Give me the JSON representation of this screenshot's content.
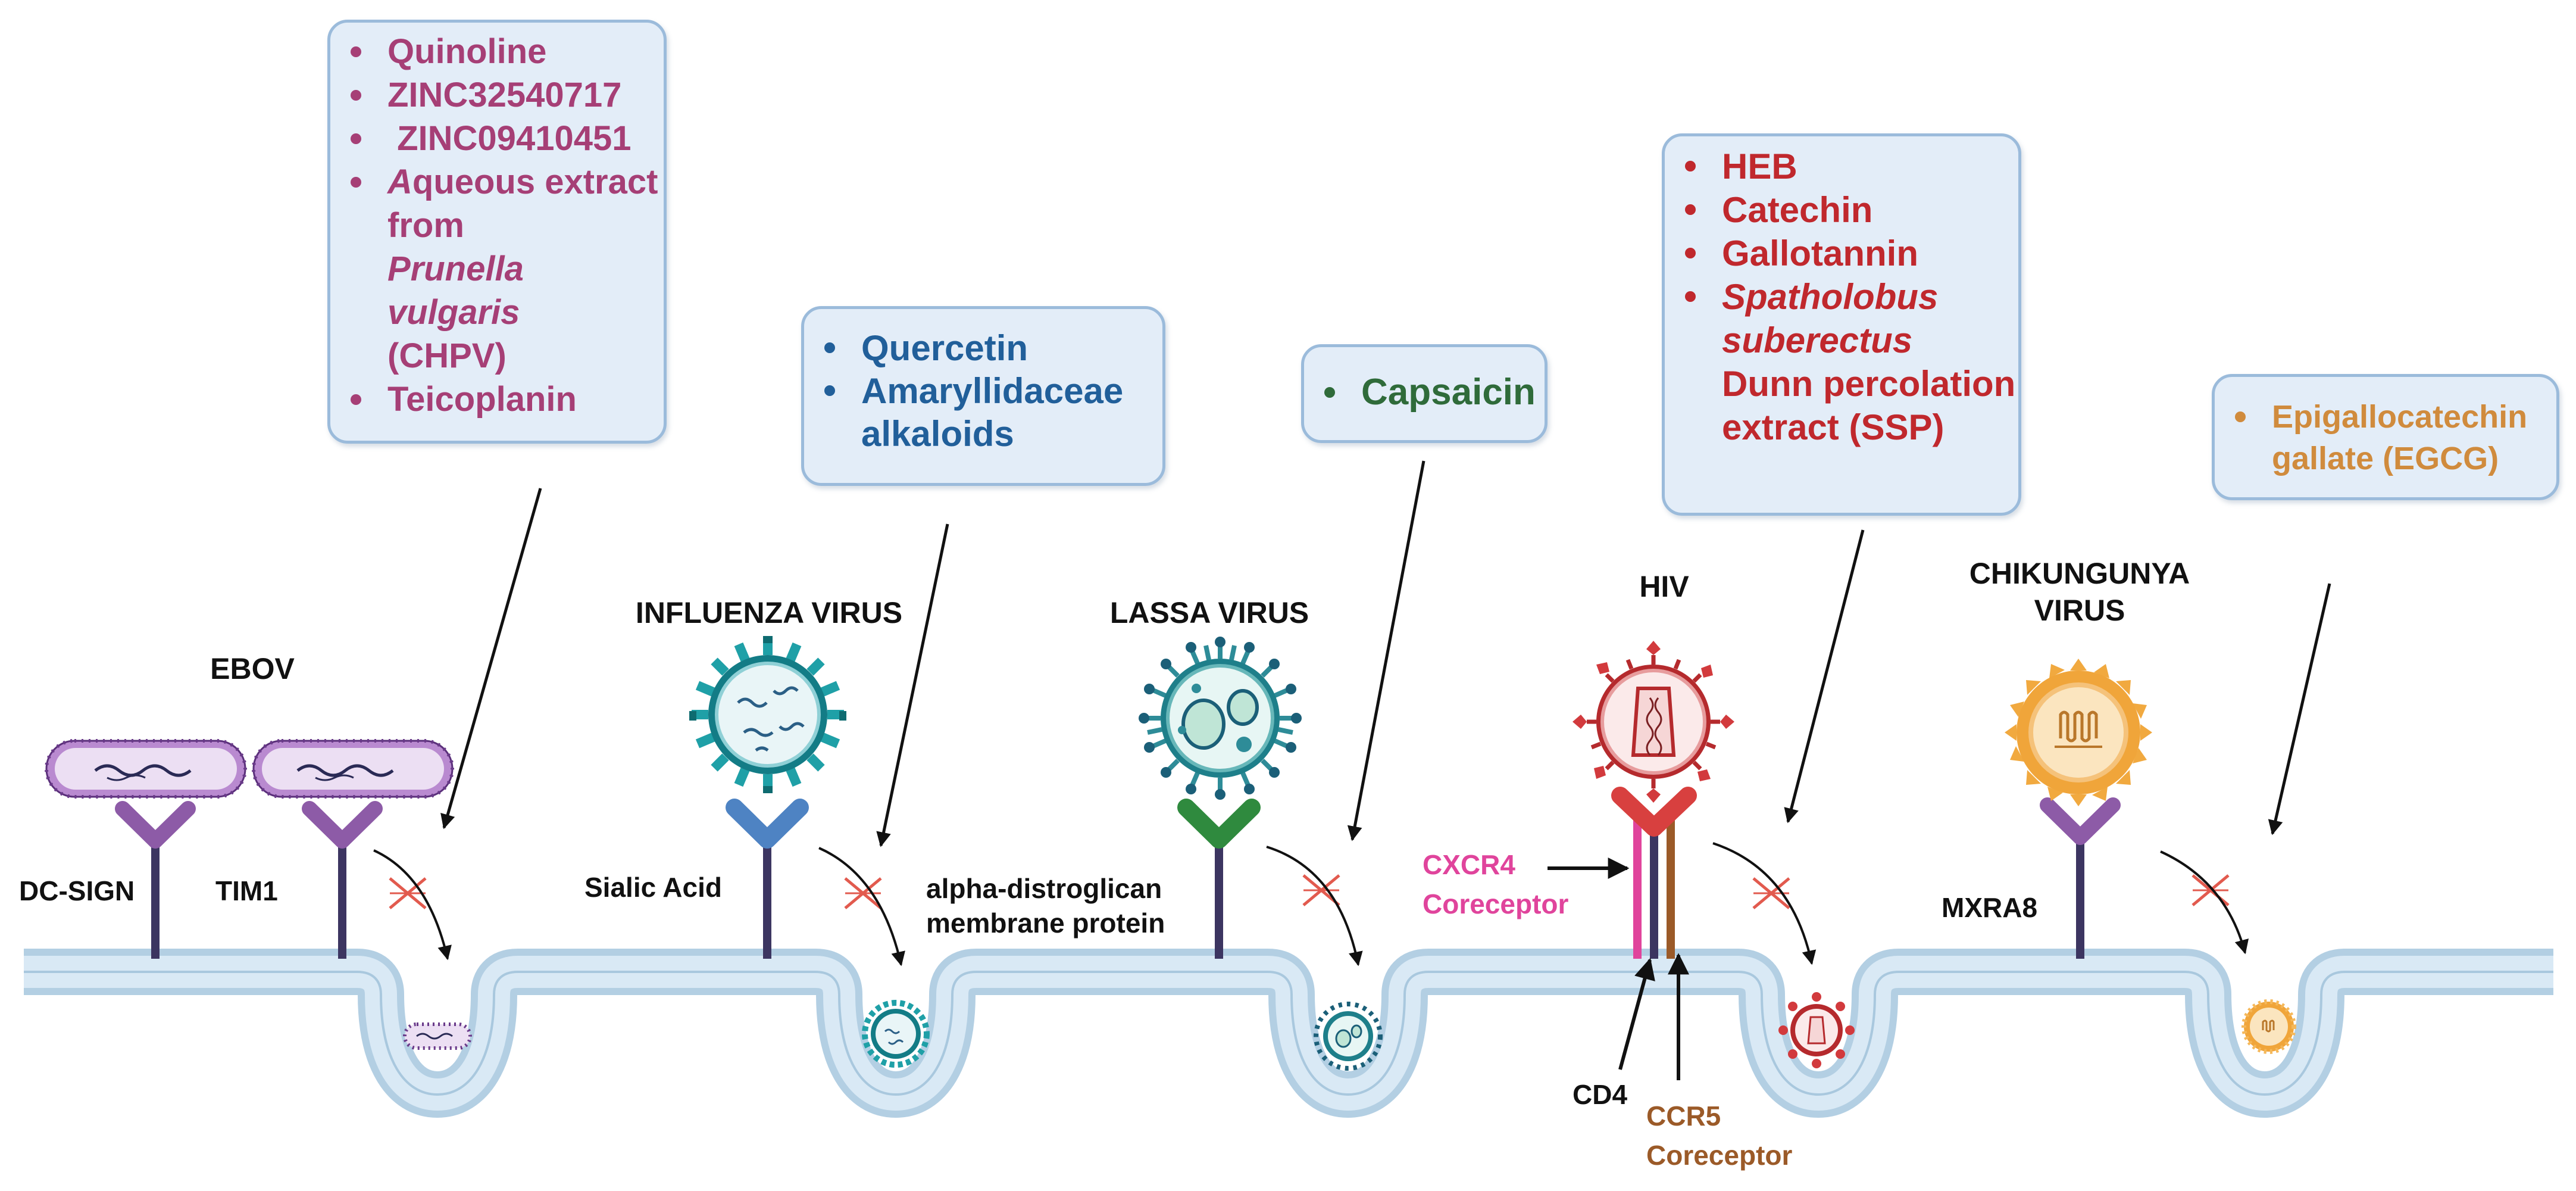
{
  "colors": {
    "ebov_text": "#a63f76",
    "influenza_text": "#215f9a",
    "lassa_text": "#2f6b3a",
    "hiv_text": "#c0282d",
    "chikungunya_text": "#d08b3d",
    "box_fill": "#e3edf8",
    "box_border": "#9bbbdb",
    "membrane_fill": "#d7e8f4",
    "membrane_edge": "#b3cfe3",
    "receptor_stalk": "#3c3561",
    "cxcr4": "#e0449c",
    "ccr5": "#9b5a28",
    "block_mark": "#e25a4e"
  },
  "boxes": {
    "ebov": {
      "items": [
        {
          "text": "Quinoline"
        },
        {
          "text": "ZINC32540717"
        },
        {
          "text": " ZINC09410451"
        },
        {
          "text_italic": "A",
          "text": "queous extract from "
        },
        {
          "text_italic": "Prunella vulgaris"
        },
        {
          "text": "(CHPV)"
        },
        {
          "text": "Teicoplanin"
        }
      ]
    },
    "influenza": {
      "items": [
        "Quercetin",
        "Amaryllidaceae alkaloids"
      ]
    },
    "lassa": {
      "items": [
        "Capsaicin"
      ]
    },
    "hiv": {
      "items": [
        "HEB",
        "Catechin",
        "Gallotannin"
      ],
      "last_italic": "Spatholobus suberectus",
      "last_plain": "Dunn percolation extract (SSP)"
    },
    "chikungunya": {
      "items": [
        "Epigallocatechin gallate (EGCG)"
      ]
    }
  },
  "viruses": {
    "ebov": "EBOV",
    "influenza": "INFLUENZA VIRUS",
    "lassa": "LASSA VIRUS",
    "hiv": "HIV",
    "chikungunya_line1": "CHIKUNGUNYA",
    "chikungunya_line2": "VIRUS"
  },
  "receptors": {
    "dc_sign": "DC-SIGN",
    "tim1": "TIM1",
    "sialic_acid": "Sialic Acid",
    "alpha_line1": "alpha-distroglican",
    "alpha_line2": "membrane protein",
    "cxcr4_line1": "CXCR4",
    "cxcr4_line2": "Coreceptor",
    "cd4": "CD4",
    "ccr5_line1": "CCR5",
    "ccr5_line2": "Coreceptor",
    "mxra8": "MXRA8"
  },
  "icons": [
    "ebov-virion-icon",
    "influenza-virion-icon",
    "lassa-virion-icon",
    "hiv-virion-icon",
    "chikungunya-virion-icon",
    "receptor-icon",
    "block-x-icon",
    "arrow-icon",
    "cell-membrane-icon"
  ]
}
